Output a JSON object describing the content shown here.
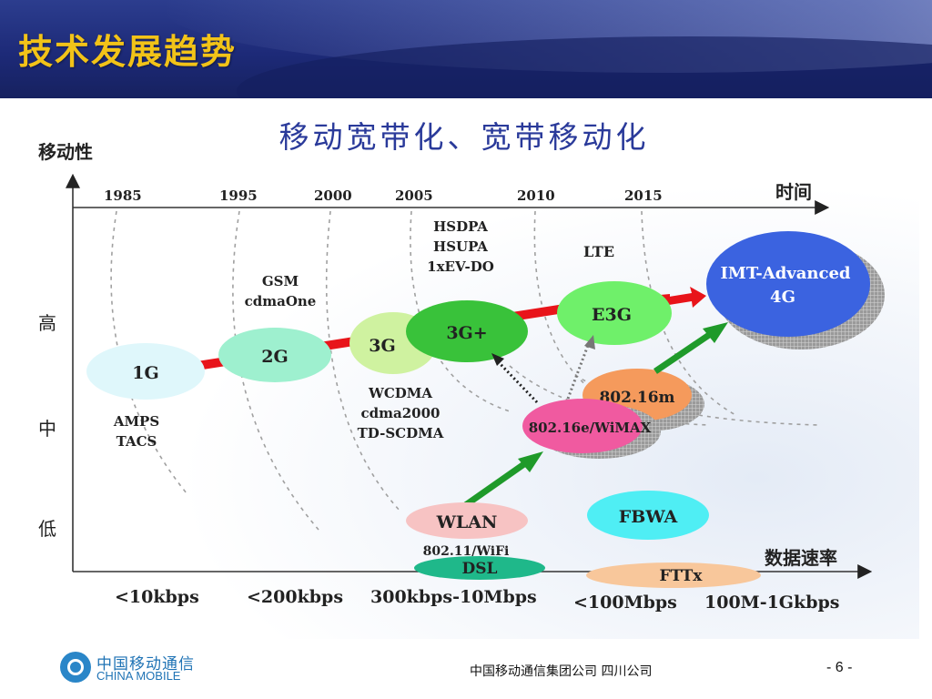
{
  "slide": {
    "title": "技术发展趋势",
    "subtitle": "移动宽带化、宽带移动化",
    "footer_company": "中国移动通信集团公司  四川公司",
    "page_number": "- 6 -",
    "logo_cn": "中国移动通信",
    "logo_en": "CHINA MOBILE"
  },
  "axes": {
    "y_label": "移动性",
    "time_label": "时间",
    "x_label": "数据速率",
    "mobility_levels": [
      "高",
      "中",
      "低"
    ],
    "years": [
      "1985",
      "1995",
      "2000",
      "2005",
      "2010",
      "2015"
    ],
    "rates": [
      "<10kbps",
      "<200kbps",
      "300kbps-10Mbps",
      "<100Mbps",
      "100M-1Gkbps"
    ]
  },
  "nodes": {
    "g1": {
      "label": "1G",
      "color": "#dff7fb"
    },
    "g2": {
      "label": "2G",
      "color": "#9ef0cf"
    },
    "g3": {
      "label": "3G",
      "color": "#cff2a0"
    },
    "g3plus": {
      "label": "3G+",
      "color": "#39c23a"
    },
    "e3g": {
      "label": "E3G",
      "color": "#6ff06a"
    },
    "imt_line1": "IMT-Advanced",
    "imt_line2": "4G",
    "imt_color": "#3b63e0",
    "wimax_m": {
      "label": "802.16m",
      "color": "#f59a5c"
    },
    "wimax_e": {
      "label": "802.16e/WiMAX",
      "color": "#f05aa0"
    },
    "wlan": {
      "label": "WLAN",
      "color": "#f7c3c3"
    },
    "dsl": {
      "label": "DSL",
      "color": "#1fb88a"
    },
    "fbwa": {
      "label": "FBWA",
      "color": "#4feef4"
    },
    "fttx": {
      "label": "FTTx",
      "color": "#f8c79b"
    }
  },
  "annotations": {
    "g1_standards": [
      "AMPS",
      "TACS"
    ],
    "g2_standards": [
      "GSM",
      "cdmaOne"
    ],
    "g3_standards": [
      "WCDMA",
      "cdma2000",
      "TD-SCDMA"
    ],
    "g3plus_standards": [
      "HSDPA",
      "HSUPA",
      "1xEV-DO"
    ],
    "lte": "LTE",
    "wifi": "802.11/WiFi"
  },
  "colors": {
    "title": "#f2c318",
    "subtitle": "#2a3a9a",
    "trend_arrow": "#e8141a",
    "growth_arrow": "#1f9a2a"
  }
}
